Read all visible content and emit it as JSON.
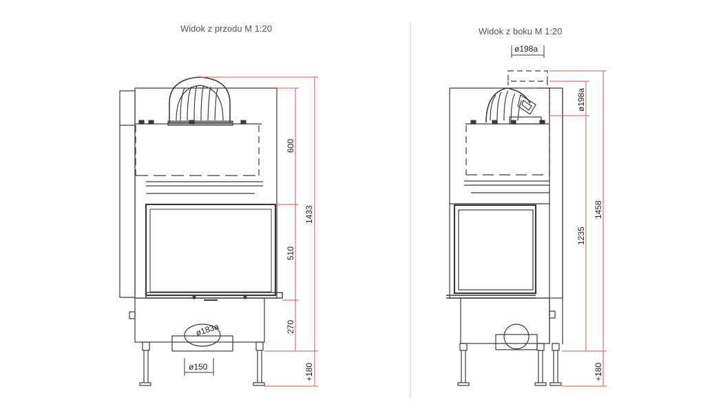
{
  "front_view": {
    "title": "Widok z przodu M 1:20",
    "dimensions": {
      "upper_height": "600",
      "glass_height": "510",
      "base_height": "270",
      "total_height": "1433",
      "legs": "+180",
      "outlet_diameter": "ø183a",
      "air_inlet_diameter": "ø150"
    }
  },
  "side_view": {
    "title": "Widok z boku M 1:20",
    "dimensions": {
      "outlet_top_diameter": "ø198a",
      "outlet_side_diameter": "ø198a",
      "to_side_outlet": "1235",
      "total_height": "1458",
      "legs": "+180"
    }
  },
  "colors": {
    "outline": "#3a3a3a",
    "dimension_line": "#d9535a",
    "divider": "#cfcfcf"
  }
}
